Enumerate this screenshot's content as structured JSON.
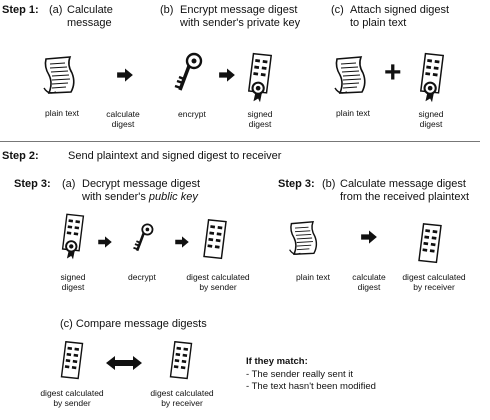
{
  "step1": {
    "label": "Step 1:",
    "a_prefix": "(a)",
    "a_line1": "Calculate",
    "a_line2": "message",
    "b_prefix": "(b)",
    "b_line1": "Encrypt message digest",
    "b_line2": "with sender's private key",
    "c_prefix": "(c)",
    "c_line1": "Attach signed digest",
    "c_line2": "to plain text",
    "captions": {
      "plain_text": "plain text",
      "calc_digest_1": "calculate",
      "calc_digest_2": "digest",
      "encrypt": "encrypt",
      "signed_digest_1": "signed",
      "signed_digest_2": "digest",
      "plain_text_2": "plain text",
      "signed_digest_b_1": "signed",
      "signed_digest_b_2": "digest"
    }
  },
  "step2": {
    "label": "Step 2:",
    "text": "Send plaintext and signed digest to receiver"
  },
  "step3a": {
    "label": "Step 3:",
    "prefix": "(a)",
    "line1": "Decrypt message digest",
    "line2_prefix": "with sender's ",
    "line2_italic": "public key",
    "captions": {
      "signed_1": "signed",
      "signed_2": "digest",
      "decrypt": "decrypt",
      "digest_calc_1": "digest calculated",
      "digest_calc_2": "by sender"
    }
  },
  "step3b": {
    "label": "Step 3:",
    "prefix": "(b)",
    "line1": "Calculate message digest",
    "line2": "from the received plaintext",
    "captions": {
      "plain_text": "plain text",
      "calc_1": "calculate",
      "calc_2": "digest",
      "digest_calc_1": "digest calculated",
      "digest_calc_2": "by receiver"
    }
  },
  "step3c": {
    "title": "(c) Compare message digests",
    "captions": {
      "sender_1": "digest calculated",
      "sender_2": "by sender",
      "receiver_1": "digest calculated",
      "receiver_2": "by receiver"
    }
  },
  "match": {
    "heading": "If they match:",
    "item1": "- The sender really sent it",
    "item2": "- The text hasn't been modified"
  },
  "icons": [
    "document-icon",
    "arrow-right-icon",
    "key-icon",
    "signed-digest-icon",
    "digest-icon",
    "plus-icon",
    "double-arrow-icon"
  ]
}
